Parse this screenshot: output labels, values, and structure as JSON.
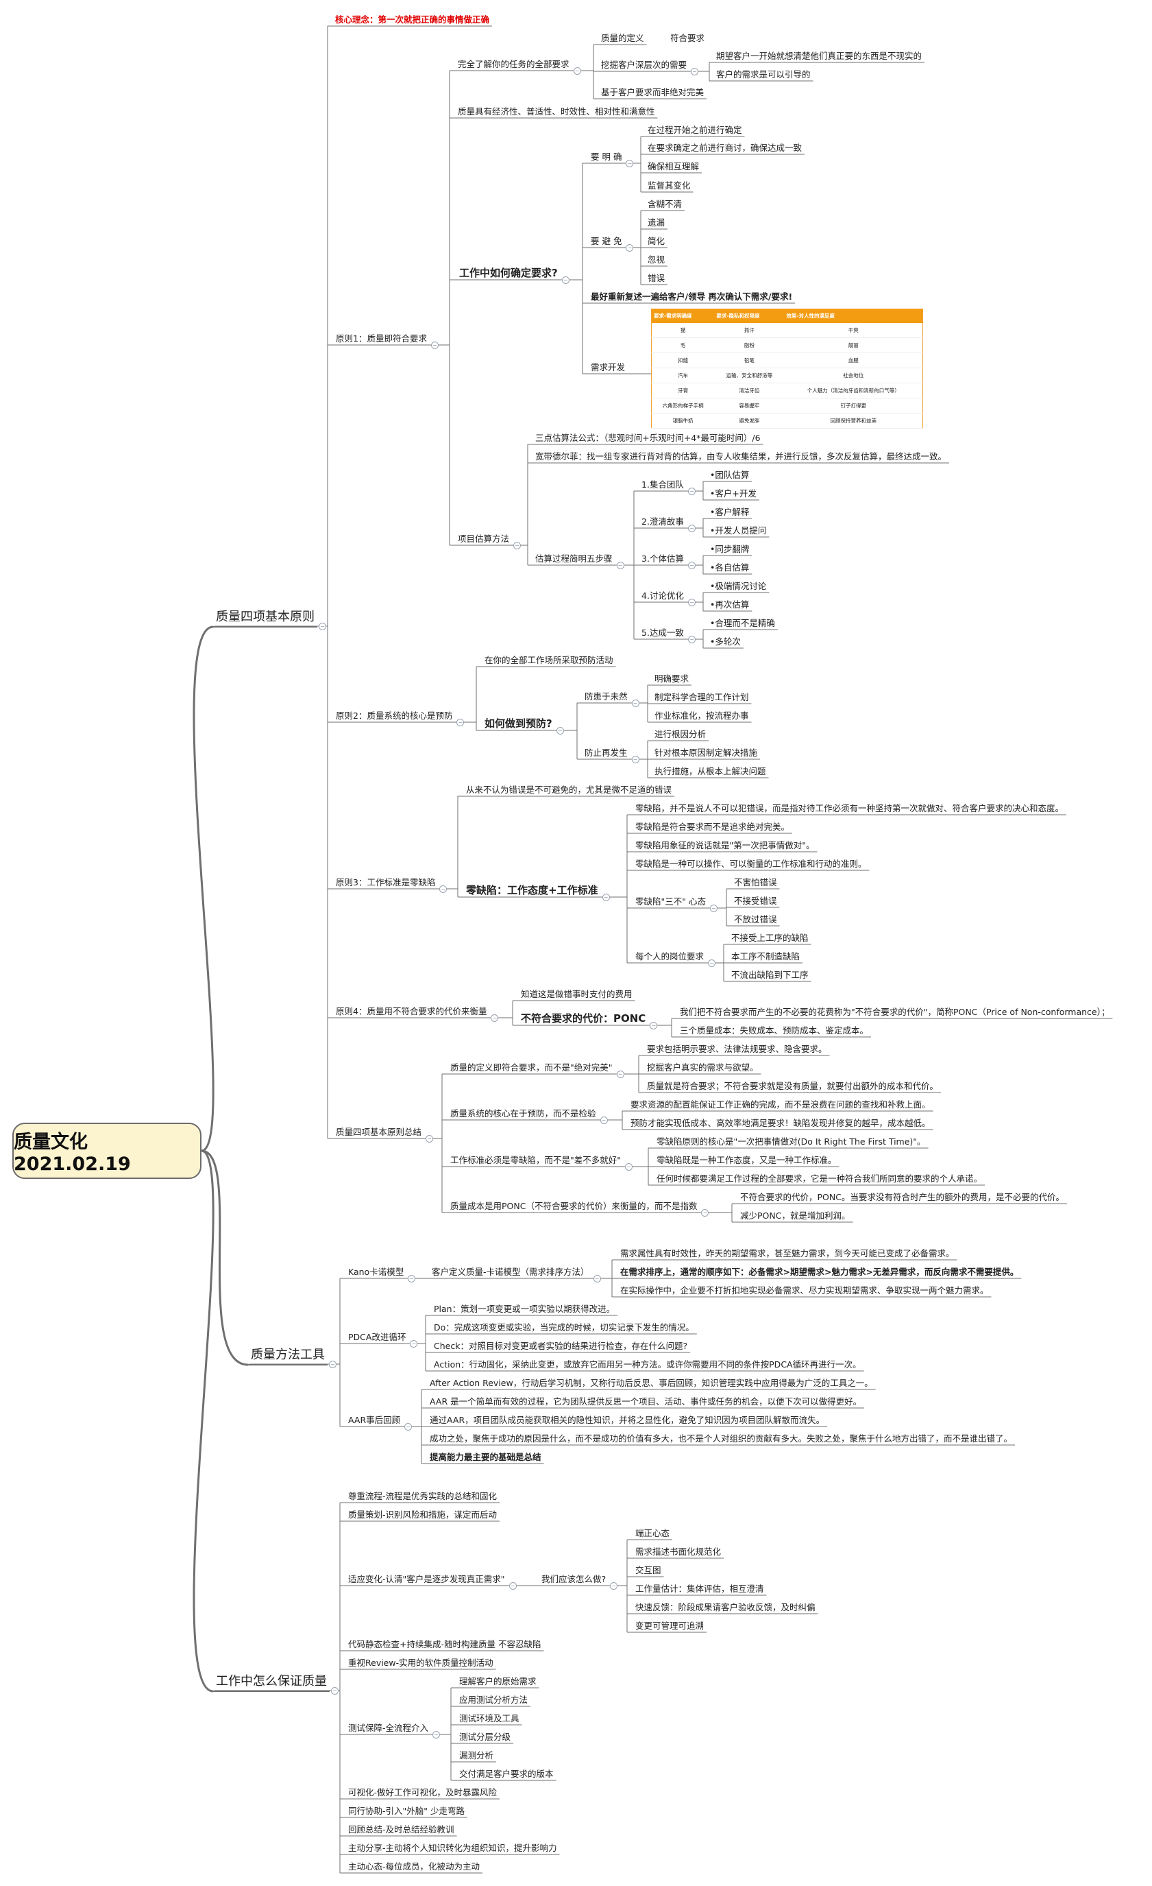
{
  "root": {
    "title": "质量文化 2021.02.19"
  },
  "nodes": {
    "core": "核心理念：第一次就把正确的事情做正确",
    "b1": "质量四项基本原则",
    "p1": "原则1：质量即符合要求",
    "p1a": "完全了解你的任务的全部要求",
    "p1a1": "质量的定义",
    "p1a1a": "符合要求",
    "p1a2": "挖掘客户深层次的需要",
    "p1a2a": "期望客户一开始就想清楚他们真正要的东西是不现实的",
    "p1a2b": "客户的需求是可以引导的",
    "p1a3": "基于客户要求而非绝对完美",
    "p1b": "质量具有经济性、普适性、时效性、相对性和满意性",
    "p1c": "工作中如何确定要求?",
    "p1c1": "要 明 确",
    "p1c1a": "在过程开始之前进行确定",
    "p1c1b": "在要求确定之前进行商讨，确保达成一致",
    "p1c1c": "确保相互理解",
    "p1c1d": "监督其变化",
    "p1c2": "要 避 免",
    "p1c2a": "含糊不清",
    "p1c2b": "遗漏",
    "p1c2c": "简化",
    "p1c2d": "忽视",
    "p1c2e": "错误",
    "p1c3": "最好重新复述一遍给客户/领导 再次确认下需求/要求!",
    "p1c4": "需求开发",
    "p1d": "项目估算方法",
    "p1d1": "三点估算法公式：（悲观时间+乐观时间+4*最可能时间）/6",
    "p1d2": "宽带德尔菲：找一组专家进行背对背的估算，由专人收集结果，并进行反馈，多次反复估算，最终达成一致。",
    "p1d3": "估算过程简明五步骤",
    "s1": "1.集合团队",
    "s1a": "•团队估算",
    "s1b": "•客户+开发",
    "s2": "2.澄清故事",
    "s2a": "•客户解释",
    "s2b": "•开发人员提问",
    "s3": "3.个体估算",
    "s3a": "•同步翻牌",
    "s3b": "•各自估算",
    "s4": "4.讨论优化",
    "s4a": "•极端情况讨论",
    "s4b": "•再次估算",
    "s5": "5.达成一致",
    "s5a": "•合理而不是精确",
    "s5b": "•多轮次",
    "p2": "原则2：质量系统的核心是预防",
    "p2a": "在你的全部工作场所采取预防活动",
    "p2b": "如何做到预防?",
    "p2b1": "防患于未然",
    "p2b1a": "明确要求",
    "p2b1b": "制定科学合理的工作计划",
    "p2b1c": "作业标准化，按流程办事",
    "p2b2": "防止再发生",
    "p2b2a": "进行根因分析",
    "p2b2b": "针对根本原因制定解决措施",
    "p2b2c": "执行措施，从根本上解决问题",
    "p3": "原则3：工作标准是零缺陷",
    "p3a": "从来不认为错误是不可避免的，尤其是微不足道的错误",
    "p3b": "零缺陷：工作态度+工作标准",
    "p3b1": "零缺陷，并不是说人不可以犯错误，而是指对待工作必须有一种坚持第一次就做对、符合客户要求的决心和态度。",
    "p3b2": "零缺陷是符合要求而不是追求绝对完美。",
    "p3b3": "零缺陷用象征的说话就是\"第一次把事情做对\"。",
    "p3b4": "零缺陷是一种可以操作、可以衡量的工作标准和行动的准则。",
    "p3b5": "零缺陷\"三不\" 心态",
    "p3b5a": "不害怕错误",
    "p3b5b": "不接受错误",
    "p3b5c": "不放过错误",
    "p3b6": "每个人的岗位要求",
    "p3b6a": "不接受上工序的缺陷",
    "p3b6b": "本工序不制造缺陷",
    "p3b6c": "不流出缺陷到下工序",
    "p4": "原则4：质量用不符合要求的代价来衡量",
    "p4a": "知道这是做错事时支付的费用",
    "p4b": "不符合要求的代价：PONC",
    "p4b1": "我们把不符合要求而产生的不必要的花费称为\"不符合要求的代价\"，简称PONC（Price of Non-conformance）；",
    "p4b2": "三个质量成本：失败成本、预防成本、鉴定成本。",
    "sum": "质量四项基本原则总结",
    "sum1": "质量的定义即符合要求，而不是\"绝对完美\"",
    "sum1a": "要求包括明示要求、法律法规要求、隐含要求。",
    "sum1b": "挖掘客户真实的需求与欲望。",
    "sum1c": "质量就是符合要求；不符合要求就是没有质量，就要付出额外的成本和代价。",
    "sum2": "质量系统的核心在于预防，而不是检验",
    "sum2a": "要求资源的配置能保证工作正确的完成，而不是浪费在问题的查找和补救上面。",
    "sum2b": "预防才能实现低成本、高效率地满足要求！缺陷发现并修复的越早，成本越低。",
    "sum3": "工作标准必须是零缺陷，而不是\"差不多就好\"",
    "sum3a": "零缺陷原则的核心是\"一次把事情做对(Do It Right The First Time)\"。",
    "sum3b": "零缺陷既是一种工作态度，又是一种工作标准。",
    "sum3c": "任何时候都要满足工作过程的全部要求，它是一种符合我们所同意的要求的个人承诺。",
    "sum4": "质量成本是用PONC（不符合要求的代价）来衡量的，而不是指数",
    "sum4a": "不符合要求的代价，PONC。当要求没有符合时产生的额外的费用，是不必要的代价。",
    "sum4b": "减少PONC，就是增加利润。",
    "b2": "质量方法工具",
    "kano": "Kano卡诺模型",
    "kano1": "客户定义质量-卡诺模型（需求排序方法）",
    "kano1a": "需求属性具有时效性，昨天的期望需求，甚至魅力需求，到今天可能已变成了必备需求。",
    "kano1b": "在需求排序上，通常的顺序如下：必备需求>期望需求>魅力需求>无差异需求，而反向需求不需要提供。",
    "kano1c": "在实际操作中，企业要不打折扣地实现必备需求、尽力实现期望需求、争取实现一两个魅力需求。",
    "pdca": "PDCA改进循环",
    "pdca1": "Plan：策划一项变更或一项实验以期获得改进。",
    "pdca2": "Do：完成这项变更或实验，当完成的时候，切实记录下发生的情况。",
    "pdca3": "Check：对照目标对变更或者实验的结果进行检查，存在什么问题?",
    "pdca4": "Action：行动固化，采纳此变更，或放弃它而用另一种方法。或许你需要用不同的条件按PDCA循环再进行一次。",
    "aar": "AAR事后回顾",
    "aar1": "After Action Review，行动后学习机制，又称行动后反思、事后回顾，知识管理实践中应用得最为广泛的工具之一。",
    "aar2": "AAR 是一个简单而有效的过程，它为团队提供反思一个项目、活动、事件或任务的机会，以便下次可以做得更好。",
    "aar3": "通过AAR，项目团队成员能获取相关的隐性知识，并将之显性化，避免了知识因为项目团队解散而流失。",
    "aar4": "成功之处，聚焦于成功的原因是什么，而不是成功的价值有多大，也不是个人对组织的贡献有多大。失败之处，聚焦于什么地方出错了，而不是谁出错了。",
    "aar5": "提高能力最主要的基础是总结",
    "b3": "工作中怎么保证质量",
    "w1": "尊重流程-流程是优秀实践的总结和固化",
    "w2": "质量策划-识别风险和措施，谋定而后动",
    "w3": "适应变化-认清\"客户是逐步发现真正需求\"",
    "w3a": "我们应该怎么做?",
    "w3a1": "端正心态",
    "w3a2": "需求描述书面化规范化",
    "w3a3": "交互图",
    "w3a4": "工作量估计：集体评估，相互澄清",
    "w3a5": "快速反馈：阶段成果请客户验收反馈，及时纠偏",
    "w3a6": "变更可管理可追溯",
    "w4": "代码静态检查+持续集成-随时构建质量 不容忍缺陷",
    "w5": "重视Review-实用的软件质量控制活动",
    "w6": "测试保障-全流程介入",
    "w6a": "理解客户的原始需求",
    "w6b": "应用测试分析方法",
    "w6c": "测试环境及工具",
    "w6d": "测试分层分级",
    "w6e": "漏测分析",
    "w6f": "交付满足客户要求的版本",
    "w7": "可视化-做好工作可视化，及时暴露风险",
    "w8": "同行协助-引入\"外脑\" 少走弯路",
    "w9": "回顾总结-及时总结经验教训",
    "w10": "主动分享-主动将个人知识转化为组织知识，提升影响力",
    "w11": "主动心态-每位成员，化被动为主动"
  },
  "req_table": {
    "headers": [
      "要求-需求明确度",
      "要求-隐私和权限度",
      "效果-对人性的满足度"
    ],
    "rows": [
      [
        "猫",
        "抓汗",
        "干爽"
      ],
      [
        "毛",
        "脂粉",
        "靓丽"
      ],
      [
        "扣缝",
        "铅笔",
        "血腥"
      ],
      [
        "汽车",
        "运输、安全和舒适等",
        "社会地位"
      ],
      [
        "牙膏",
        "清洁牙齿",
        "个人魅力（清洁的牙齿和清新的口气等）"
      ],
      [
        "六角形的梯子手柄",
        "容易握牢",
        "钉子打得更"
      ],
      [
        "银脂牛奶",
        "避免发胖",
        "回顾保持营养和益美"
      ]
    ]
  },
  "style": {
    "line_color": "#6f6f6f",
    "root_fill": "#fcf3cf",
    "core_color": "#e00000",
    "table_header": "#f39c12"
  }
}
